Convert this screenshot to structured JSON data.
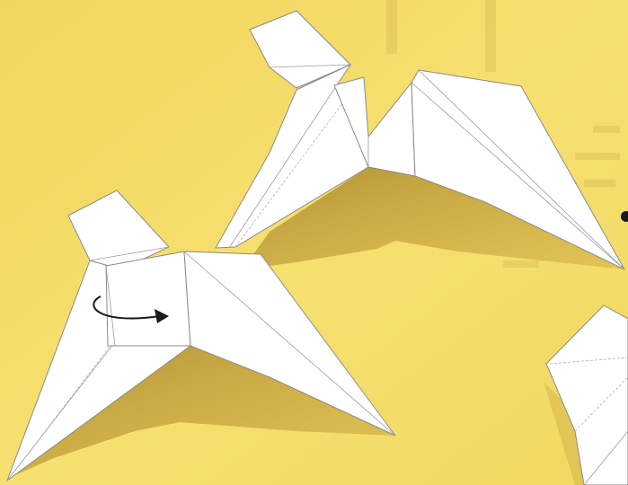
{
  "scene": {
    "description_kind": "photo",
    "background_color": "#f4dc66",
    "paper_color": "#ffffff",
    "shadow_color": "#c9a236",
    "line_color": "#8a8a8a",
    "arrow_color": "#1a1a1a",
    "objects": [
      {
        "name": "paper-plane-back",
        "kind": "folded paper airplane"
      },
      {
        "name": "paper-plane-front",
        "kind": "folded paper airplane",
        "annotation": "curved-fold-arrow-icon"
      },
      {
        "name": "paper-plane-partial",
        "kind": "folded paper airplane (cropped at right edge)"
      }
    ],
    "decorations": [
      {
        "name": "bullet-dot-icon"
      }
    ]
  }
}
